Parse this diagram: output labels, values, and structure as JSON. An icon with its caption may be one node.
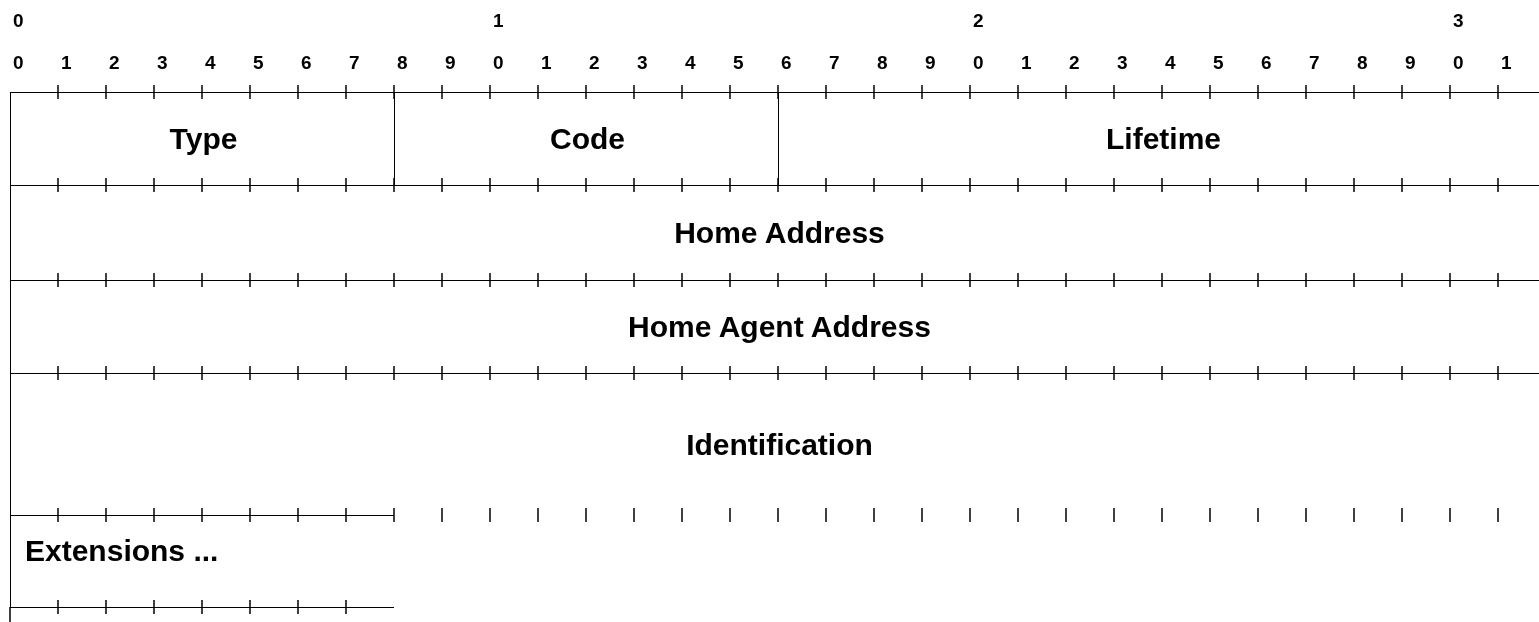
{
  "diagram": {
    "nodes": [
      {
        "text": [
          "Type"
        ]
      },
      {
        "text": [
          "Code"
        ]
      },
      {
        "text": [
          "Lifetime"
        ]
      },
      {
        "text": [
          "Home Address"
        ]
      },
      {
        "text": [
          "Home Agent Address"
        ]
      },
      {
        "text": [
          "Identification"
        ]
      },
      {
        "text": [
          "Extensions ..."
        ]
      }
    ],
    "labels": [
      "0",
      "1",
      "2",
      "3",
      "0",
      "1",
      "2",
      "3",
      "4",
      "5",
      "6",
      "7",
      "8",
      "9",
      "0",
      "1",
      "2",
      "3",
      "4",
      "5",
      "6",
      "7",
      "8",
      "9",
      "0",
      "1",
      "2",
      "3",
      "4",
      "5",
      "6",
      "7",
      "8",
      "9",
      "0",
      "1"
    ]
  }
}
